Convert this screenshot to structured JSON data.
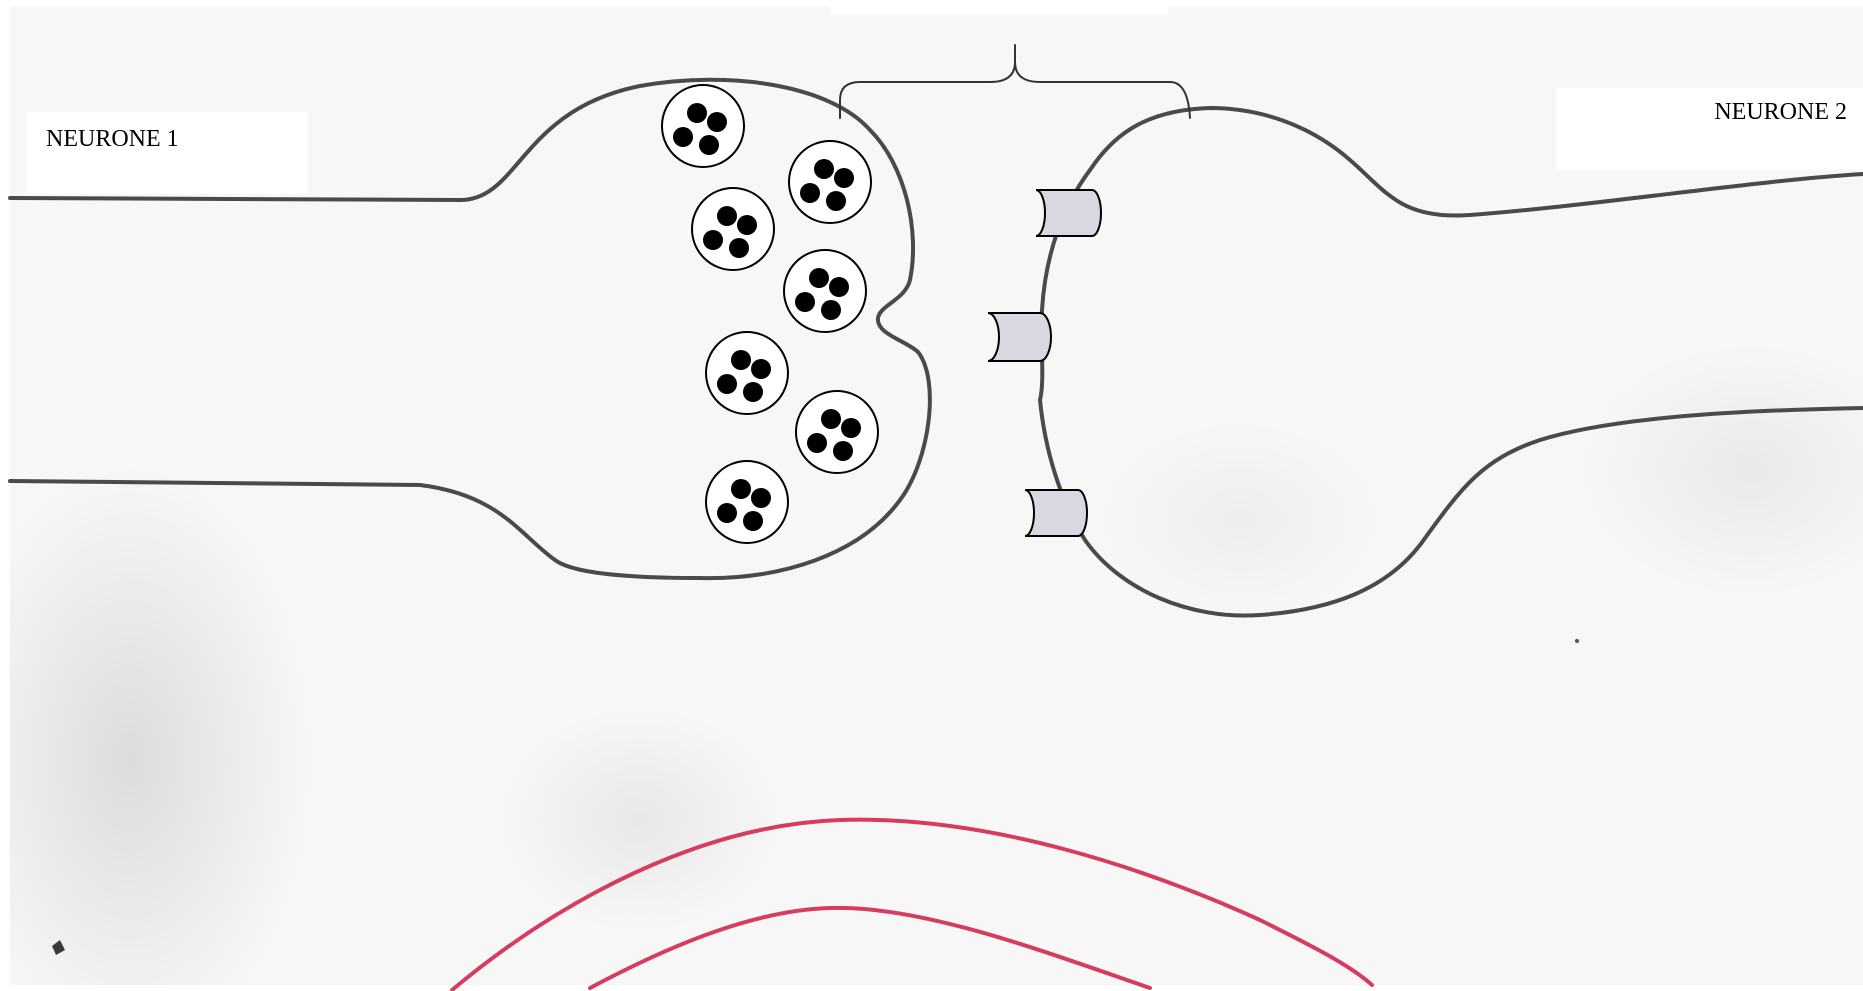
{
  "labels": {
    "neurone_1": "NEURONE 1",
    "neurone_2": "NEURONE 2"
  },
  "colors": {
    "outline": "#4a4a4a",
    "vesicle_dot": "#000000",
    "receptor_fill": "#d9d8e0",
    "red_curve": "#d63c5e",
    "paper": "#f7f7f8"
  },
  "vesicle_count": 7,
  "receptor_count": 3
}
